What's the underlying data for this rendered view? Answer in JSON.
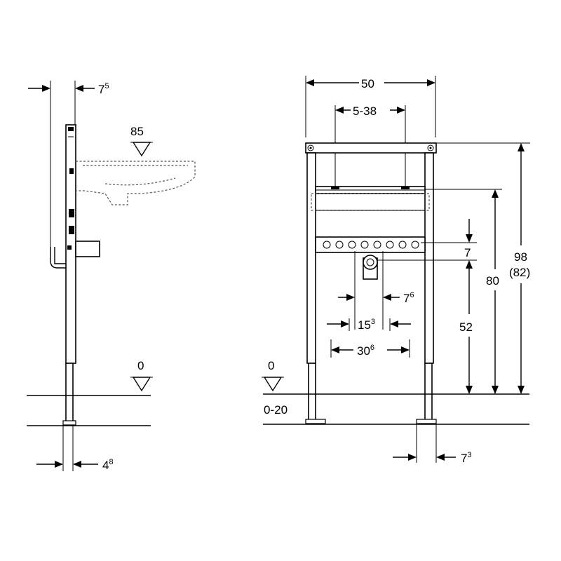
{
  "side_view": {
    "depth_top": {
      "main": "7",
      "sup": "5"
    },
    "basin_height": "85",
    "floor_level": "0",
    "leg_depth": {
      "main": "4",
      "sup": "8"
    }
  },
  "front_view": {
    "width": "50",
    "adjust_range": "5-38",
    "bracket_offset": "7",
    "supply_spacing": {
      "main": "7",
      "sup": "6"
    },
    "inner_spacing": {
      "main": "15",
      "sup": "3"
    },
    "outer_spacing": {
      "main": "30",
      "sup": "6"
    },
    "waste_height": "52",
    "rail_height": "80",
    "total_height": "98",
    "total_height_alt": "(82)",
    "floor_level": "0",
    "floor_adjust": "0-20",
    "foot_offset": {
      "main": "7",
      "sup": "3"
    }
  }
}
